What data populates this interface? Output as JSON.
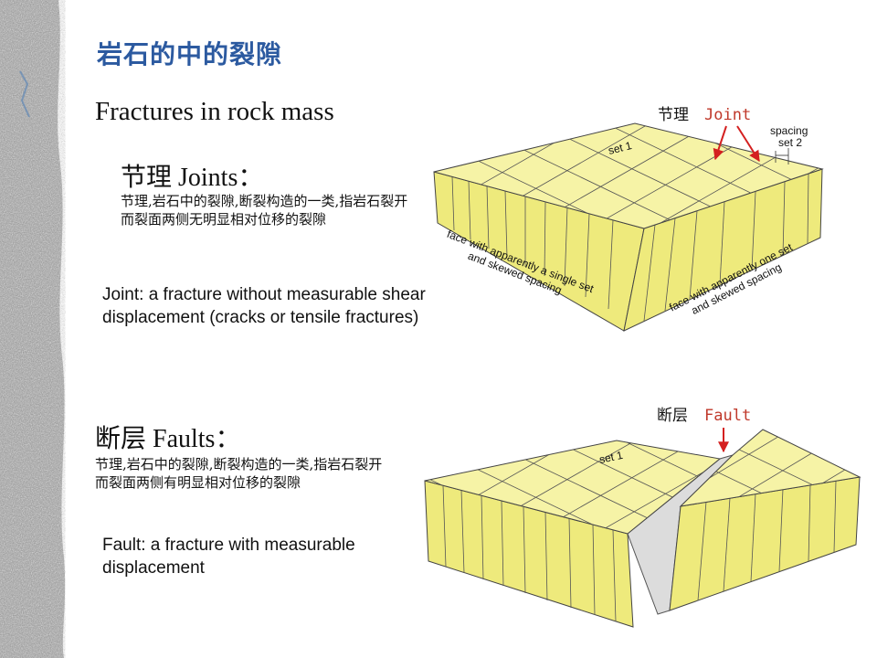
{
  "slide": {
    "title": "岩石的中的裂隙",
    "subtitle": "Fractures in rock mass"
  },
  "joints": {
    "heading": "节理 Joints：",
    "zh_description": "节理,岩石中的裂隙,断裂构造的一类,指岩石裂开而裂面两侧无明显相对位移的裂隙",
    "en_description": "Joint: a fracture without measurable shear displacement (cracks or tensile fractures)"
  },
  "faults": {
    "heading": "断层 Faults：",
    "zh_description": "节理,岩石中的裂隙,断裂构造的一类,指岩石裂开而裂面两侧有明显相对位移的裂隙",
    "en_description": "Fault: a fracture with measurable displacement"
  },
  "joint_diagram": {
    "label_zh": "节理",
    "label_en": "Joint",
    "set1": "set 1",
    "spacing_line1": "spacing",
    "spacing_line2": "set 2",
    "left_face_line1": "face with apparently a single set",
    "left_face_line2": "and skewed spacing",
    "right_face_line1": "face with apparently one set",
    "right_face_line2": "and skewed spacing"
  },
  "fault_diagram": {
    "label_zh": "断层",
    "label_en": "Fault",
    "set1": "set 1"
  },
  "colors": {
    "block_top": "#f6f3a6",
    "block_face": "#eeea7c",
    "arrow": "#d42020",
    "title": "#2c5aa0"
  }
}
